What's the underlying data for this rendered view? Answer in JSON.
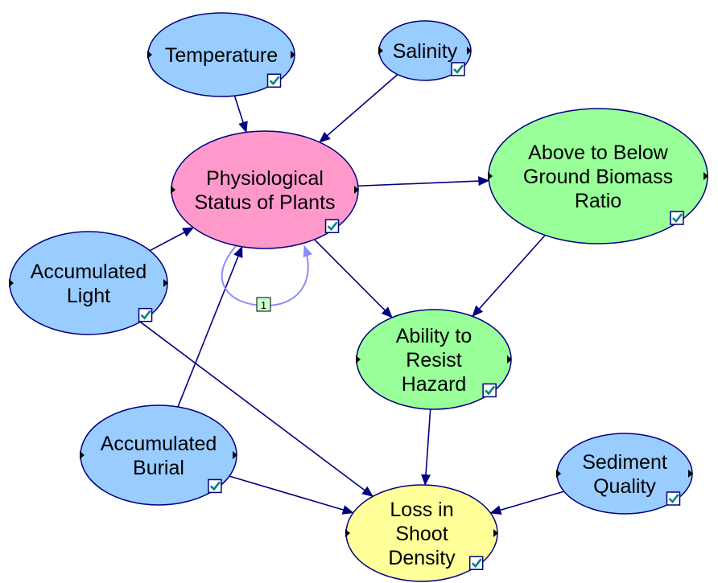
{
  "colors": {
    "blue": "#99ccff",
    "pink": "#ff99cc",
    "green": "#99ff99",
    "yellow": "#ffff99",
    "outline": "#000080",
    "arrow": "#000080",
    "loop": "#8c8cff",
    "check": "#008080"
  },
  "nodes": {
    "temperature": {
      "lines": [
        "Temperature"
      ],
      "color": "blue"
    },
    "salinity": {
      "lines": [
        "Salinity"
      ],
      "color": "blue"
    },
    "physiological": {
      "lines": [
        "Physiological",
        "Status of Plants"
      ],
      "color": "pink"
    },
    "biomass": {
      "lines": [
        "Above to Below",
        "Ground Biomass",
        "Ratio"
      ],
      "color": "green"
    },
    "light": {
      "lines": [
        "Accumulated",
        "Light"
      ],
      "color": "blue"
    },
    "resist": {
      "lines": [
        "Ability to",
        "Resist",
        "Hazard"
      ],
      "color": "green"
    },
    "burial": {
      "lines": [
        "Accumulated",
        "Burial"
      ],
      "color": "blue"
    },
    "sediment": {
      "lines": [
        "Sediment",
        "Quality"
      ],
      "color": "blue"
    },
    "loss": {
      "lines": [
        "Loss in",
        "Shoot",
        "Density"
      ],
      "color": "yellow"
    }
  },
  "edges": [
    [
      "temperature",
      "physiological"
    ],
    [
      "salinity",
      "physiological"
    ],
    [
      "physiological",
      "biomass"
    ],
    [
      "physiological",
      "resist"
    ],
    [
      "biomass",
      "resist"
    ],
    [
      "light",
      "physiological"
    ],
    [
      "burial",
      "physiological"
    ],
    [
      "light",
      "loss"
    ],
    [
      "burial",
      "loss"
    ],
    [
      "resist",
      "loss"
    ],
    [
      "sediment",
      "loss"
    ]
  ],
  "self_loop": {
    "node": "physiological",
    "label": "1"
  }
}
